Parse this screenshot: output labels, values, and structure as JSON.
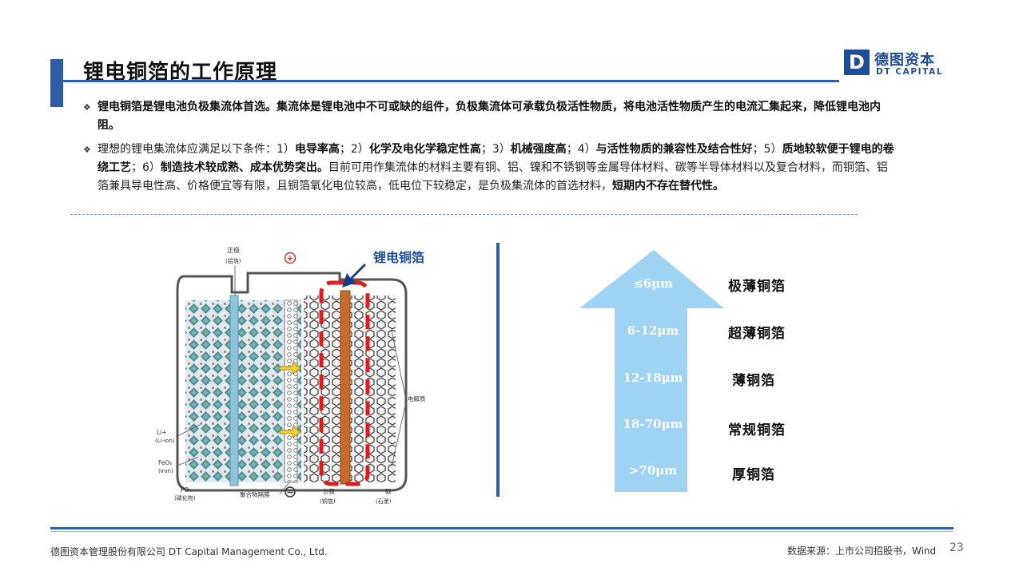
{
  "header": {
    "title": "锂电铜箔的工作原理",
    "logo_mark": "D",
    "logo_cn": "德图资本",
    "logo_en": "DT CAPITAL"
  },
  "bullets": {
    "b1": "锂电铜箔是锂电池负极集流体首选。集流体是锂电池中不可或缺的组件，负极集流体可承载负极活性物质，将电池活性物质产生的电流汇集起来，降低锂电池内阻。",
    "b2_intro": "理想的锂电集流体应满足以下条件：1）",
    "b2_c1": "电导率高",
    "b2_s1": "；2）",
    "b2_c2": "化学及电化学稳定性高",
    "b2_s2": "；3）",
    "b2_c3": "机械强度高",
    "b2_s3": "；4）",
    "b2_c4": "与活性物质的兼容性及结合性好",
    "b2_s4": "；5）",
    "b2_c5": "质地较软便于锂电的卷绕工艺",
    "b2_s5": "；6）",
    "b2_c6": "制造技术较成熟、成本优势突出。",
    "b2_rest": "目前可用作集流体的材料主要有铜、铝、镍和不锈钢等金属导体材料、碳等半导体材料以及复合材料，而铜箔、铝箔兼具导电性高、价格便宜等有限，且铜箔氧化电位较高，低电位下较稳定，是负极集流体的首选材料，",
    "b2_end": "短期内不存在替代性。"
  },
  "battery_figure": {
    "callout": "锂电铜箔",
    "positive_label": "正极",
    "positive_sub": "(铝箔)",
    "plus_sign": "+",
    "minus_sign": "−",
    "li_label": "Li+",
    "li_sub": "(Li-ion)",
    "feo_label": "FeO₆",
    "feo_sub": "(iron)",
    "po_label": "PO₄",
    "po_sub": "(磷化物)",
    "separator_label": "聚合物隔膜",
    "negative_label": "负极",
    "negative_sub": "(铜箔)",
    "carbon_label": "碳",
    "carbon_sub": "(石墨)",
    "electrolyte_label": "电解质"
  },
  "thickness": {
    "levels": [
      {
        "range": "≤6μm",
        "name": "极薄铜箔"
      },
      {
        "range": "6-12μm",
        "name": "超薄铜箔"
      },
      {
        "range": "12-18μm",
        "name": "薄铜箔"
      },
      {
        "range": "18-70μm",
        "name": "常规铜箔"
      },
      {
        "range": ">70μm",
        "name": "厚铜箔"
      }
    ]
  },
  "footer": {
    "company": "德图资本管理股份有限公司  DT Capital Management  Co., Ltd.",
    "source": "数据来源：上市公司招股书，Wind",
    "page": "23"
  },
  "colors": {
    "accent": "#2e5ea8",
    "arrow": "#9fd3f3",
    "highlight": "#e01b1b",
    "copper_foil": "#c8692e",
    "aluminum_foil": "#8fc4dc"
  }
}
